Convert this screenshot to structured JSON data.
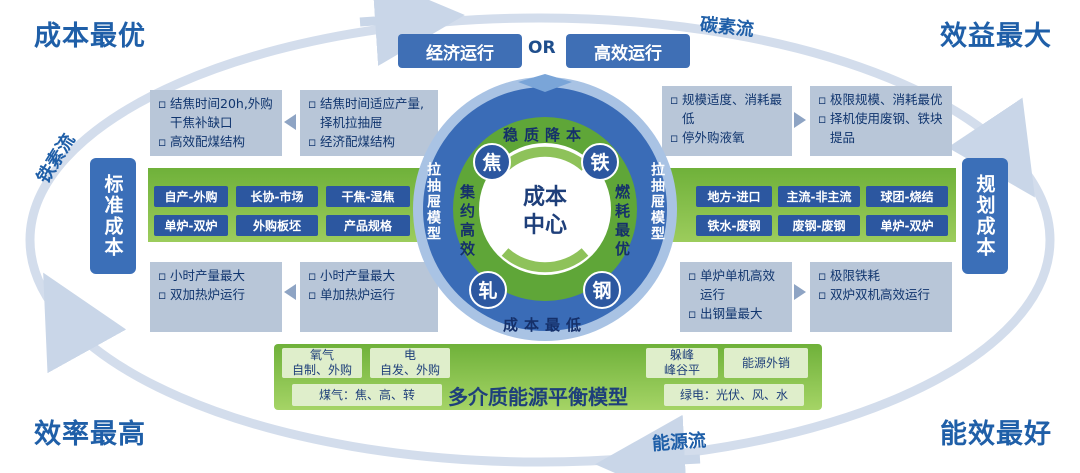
{
  "corners": {
    "top_left": "成本最优",
    "top_right": "效益最大",
    "bottom_left": "效率最高",
    "bottom_right": "能效最好"
  },
  "flows": {
    "top": "碳素流",
    "left": "铁素流",
    "bottom": "能源流"
  },
  "top_options": {
    "left": "经济运行",
    "middle": "OR",
    "right": "高效运行"
  },
  "upper_left": {
    "outer": [
      "结焦时间20h,外购干焦补缺口",
      "高效配煤结构"
    ],
    "inner": [
      "结焦时间适应产量,择机拉抽屉",
      "经济配煤结构"
    ]
  },
  "upper_right": {
    "inner": [
      "规模适度、消耗最低",
      "停外购液氧"
    ],
    "outer": [
      "极限规模、消耗最优",
      "择机使用废钢、铁块提品"
    ]
  },
  "lower_left": {
    "outer": [
      "小时产量最大",
      "双加热炉运行"
    ],
    "inner": [
      "小时产量最大",
      "单加热炉运行"
    ]
  },
  "lower_right": {
    "inner": [
      "单炉单机高效运行",
      "出钢量最大"
    ],
    "outer": [
      "极限铁耗",
      "双炉双机高效运行"
    ]
  },
  "side_labels": {
    "left": "标准成本",
    "right": "规划成本"
  },
  "band_left": {
    "row1": [
      "自产-外购",
      "长协-市场",
      "干焦-湿焦"
    ],
    "row2": [
      "单炉-双炉",
      "外购板坯",
      "产品规格"
    ]
  },
  "band_right": {
    "row1": [
      "地方-进口",
      "主流-非主流",
      "球团-烧结"
    ],
    "row2": [
      "铁水-废钢",
      "废钢-废钢",
      "单炉-双炉"
    ]
  },
  "vertical_labels": {
    "left": "拉抽屉模型",
    "right": "拉抽屉模型"
  },
  "center": {
    "title_line1": "成本",
    "title_line2": "中心",
    "nodes": [
      "焦",
      "铁",
      "轧",
      "钢"
    ],
    "ring_top": "稳质降本",
    "ring_left": "集约高效",
    "ring_right": "燃耗最优",
    "ring_bottom": "成本最低"
  },
  "energy": {
    "title": "多介质能源平衡模型",
    "oxygen_line1": "氧气",
    "oxygen_line2": "自制、外购",
    "power_line1": "电",
    "power_line2": "自发、外购",
    "gas": "煤气：焦、高、转",
    "peak_line1": "躲峰",
    "peak_line2": "峰谷平",
    "export": "能源外销",
    "green": "绿电：光伏、风、水"
  },
  "colors": {
    "outer_ring": "#c9d6e8",
    "blue_ring": "#3a6cb7",
    "green_ring": "#5fa638",
    "node": "#2c57a0",
    "band": "#7cba45",
    "text_blue": "#1f5fa8"
  }
}
